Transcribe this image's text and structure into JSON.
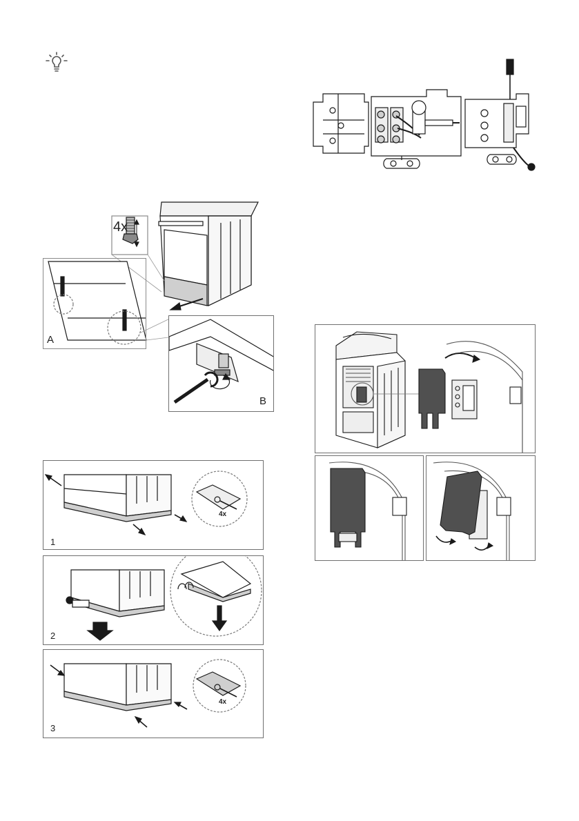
{
  "figures": {
    "adjust_feet": {
      "quantity_label": "4x",
      "label_a": "A",
      "label_b": "B"
    },
    "plinth_steps": {
      "step1_number": "1",
      "step1_qty": "4x",
      "step2_number": "2",
      "step3_number": "3",
      "step3_qty": "4x"
    }
  },
  "colors": {
    "line": "#1a1a1a",
    "frame": "#6f6f6f",
    "panel_dark": "#505050",
    "shade": "#cfcfcf"
  }
}
